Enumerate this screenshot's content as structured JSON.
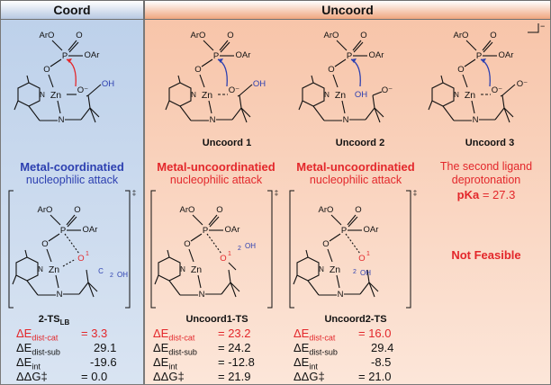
{
  "headers": {
    "coord": "Coord",
    "uncoord": "Uncoord"
  },
  "atoms": {
    "ar_o": "ArO",
    "o": "O",
    "p": "P",
    "oar": "OAr",
    "zn": "Zn",
    "n": "N",
    "o_minus": "O⁻",
    "oh": "OH",
    "c": "C",
    "two": "2",
    "one": "1",
    "dagger": "‡",
    "minus": "−"
  },
  "structures": {
    "uncoord1": "Uncoord 1",
    "uncoord2": "Uncoord 2",
    "uncoord3": "Uncoord 3",
    "ts_coord": {
      "base": "2-TS",
      "sub": "LB"
    },
    "ts1": "Uncoord1-TS",
    "ts2": "Uncoord2-TS"
  },
  "mechanisms": {
    "coord": {
      "title": "Metal-coordinatied",
      "subtitle": "nucleophilic attack"
    },
    "uncoord1": {
      "title": "Metal-uncoordinatied",
      "subtitle": "nucleophilic attack"
    },
    "uncoord2": {
      "title": "Metal-uncoordinatied",
      "subtitle": "nucleophilic attack"
    },
    "uncoord3": {
      "title": "The second ligand",
      "subtitle": "deprotonation",
      "pka_label": "pKa",
      "pka_value": "= 27.3"
    }
  },
  "not_feasible": "Not Feasible",
  "energy_labels": {
    "dist_cat": {
      "base": "ΔE",
      "sub": "dist-cat"
    },
    "dist_sub": {
      "base": "ΔE",
      "sub": "dist-sub"
    },
    "int": {
      "base": "ΔE",
      "sub": "int"
    },
    "ddg": {
      "base": "ΔΔG‡",
      "sub": ""
    }
  },
  "energies": {
    "coord": {
      "dist_cat": "=   3.3",
      "dist_sub": "29.1",
      "int": "-19.6",
      "ddg": "=   0.0"
    },
    "ts1": {
      "dist_cat": "= 23.2",
      "dist_sub": "= 24.2",
      "int": "= -12.8",
      "ddg": "= 21.9"
    },
    "ts2": {
      "dist_cat": "= 16.0",
      "dist_sub": "29.4",
      "int": "-8.5",
      "ddg": "= 21.0"
    }
  },
  "colors": {
    "accent_red": "#e3272b",
    "accent_blue": "#2c3fb0",
    "coord_bg": "#c9d8ee",
    "uncoord_bg": "#f9d3bd"
  }
}
